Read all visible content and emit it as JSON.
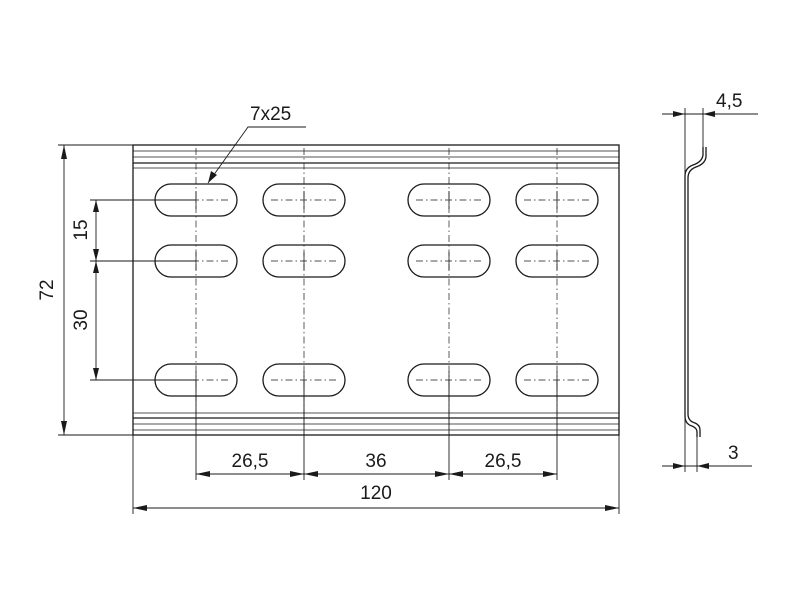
{
  "dimensions": {
    "slot_size": "7x25",
    "height": "72",
    "row_spacing_top": "15",
    "row_spacing_bottom": "30",
    "span_left": "26,5",
    "span_middle": "36",
    "span_right": "26,5",
    "total_width": "120",
    "flange_width": "4,5",
    "thickness": "3"
  }
}
